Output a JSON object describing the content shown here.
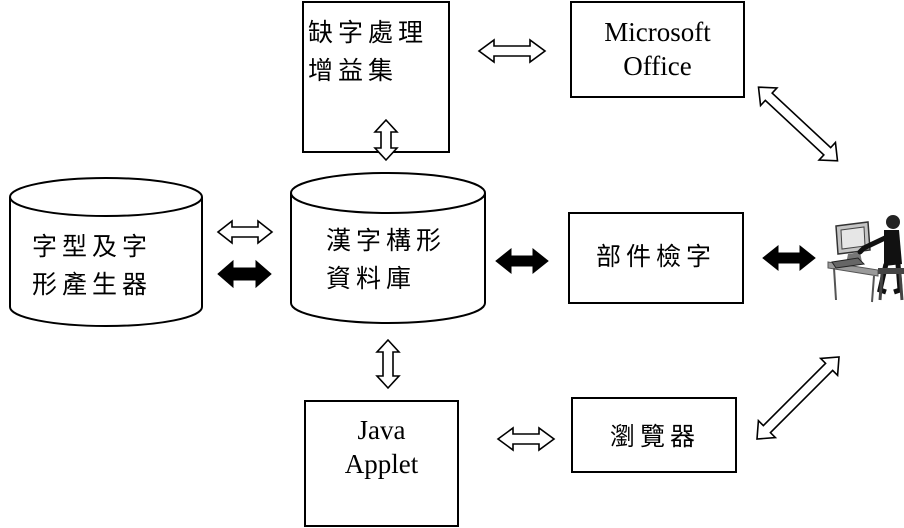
{
  "nodes": {
    "missing_char_addin": [
      "缺字處理",
      "增益集"
    ],
    "ms_office": [
      "Microsoft",
      "Office"
    ],
    "font_generator": [
      "字型及字",
      "形產生器"
    ],
    "hanzi_db": [
      "漢字構形",
      "資料庫"
    ],
    "component_search": "部件檢字",
    "java_applet": [
      "Java",
      "Applet"
    ],
    "browser": "瀏覽器"
  },
  "icons": {
    "user": "computer-user-icon"
  },
  "colors": {
    "line": "#000000",
    "fill": "#ffffff"
  }
}
